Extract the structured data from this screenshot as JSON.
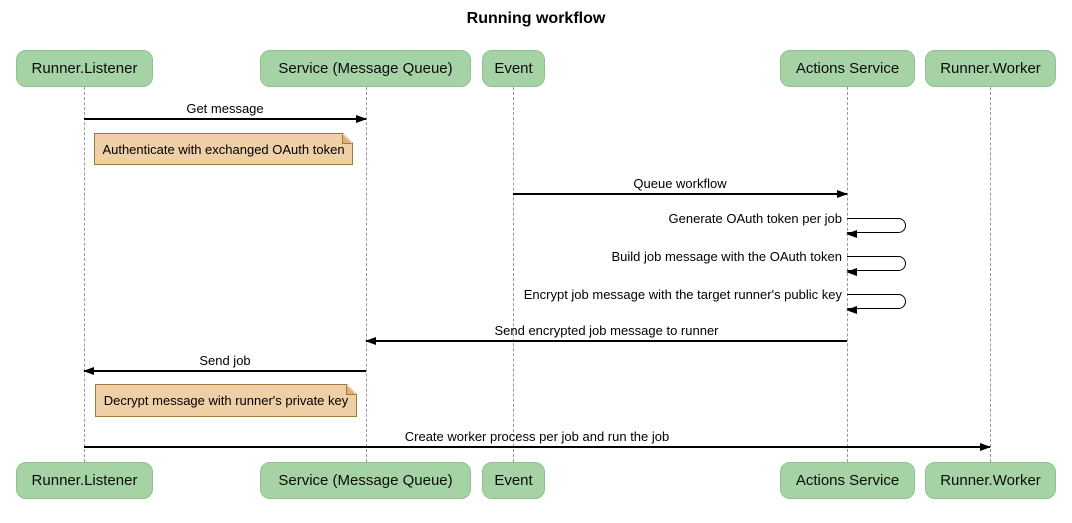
{
  "title": "Running workflow",
  "participants": [
    {
      "id": "runner-listener",
      "label": "Runner.Listener"
    },
    {
      "id": "service-message-queue",
      "label": "Service (Message Queue)"
    },
    {
      "id": "event",
      "label": "Event"
    },
    {
      "id": "actions-service",
      "label": "Actions Service"
    },
    {
      "id": "runner-worker",
      "label": "Runner.Worker"
    }
  ],
  "messages": [
    {
      "label": "Get message",
      "from": "Runner.Listener",
      "to": "Service (Message Queue)",
      "direction": "right"
    },
    {
      "label": "Queue workflow",
      "from": "Event",
      "to": "Actions Service",
      "direction": "right"
    },
    {
      "label": "Generate OAuth token per job",
      "from": "Actions Service",
      "to": "Actions Service",
      "direction": "self"
    },
    {
      "label": "Build job message with the OAuth token",
      "from": "Actions Service",
      "to": "Actions Service",
      "direction": "self"
    },
    {
      "label": "Encrypt job message with the target runner's public key",
      "from": "Actions Service",
      "to": "Actions Service",
      "direction": "self"
    },
    {
      "label": "Send encrypted job message to runner",
      "from": "Actions Service",
      "to": "Service (Message Queue)",
      "direction": "left"
    },
    {
      "label": "Send job",
      "from": "Service (Message Queue)",
      "to": "Runner.Listener",
      "direction": "left"
    },
    {
      "label": "Create worker process per job and run the job",
      "from": "Runner.Listener",
      "to": "Runner.Worker",
      "direction": "right"
    }
  ],
  "notes": [
    {
      "label": "Authenticate with exchanged OAuth token",
      "anchor": "Runner.Listener"
    },
    {
      "label": "Decrypt message with runner's private key",
      "anchor": "Runner.Listener"
    }
  ],
  "colors": {
    "participant_fill": "#a6d3a6",
    "participant_border": "#8fc08f",
    "note_fill": "#eecfa6",
    "note_border": "#a0783c",
    "lifeline": "#999999",
    "arrow": "#000000",
    "background": "#ffffff"
  }
}
